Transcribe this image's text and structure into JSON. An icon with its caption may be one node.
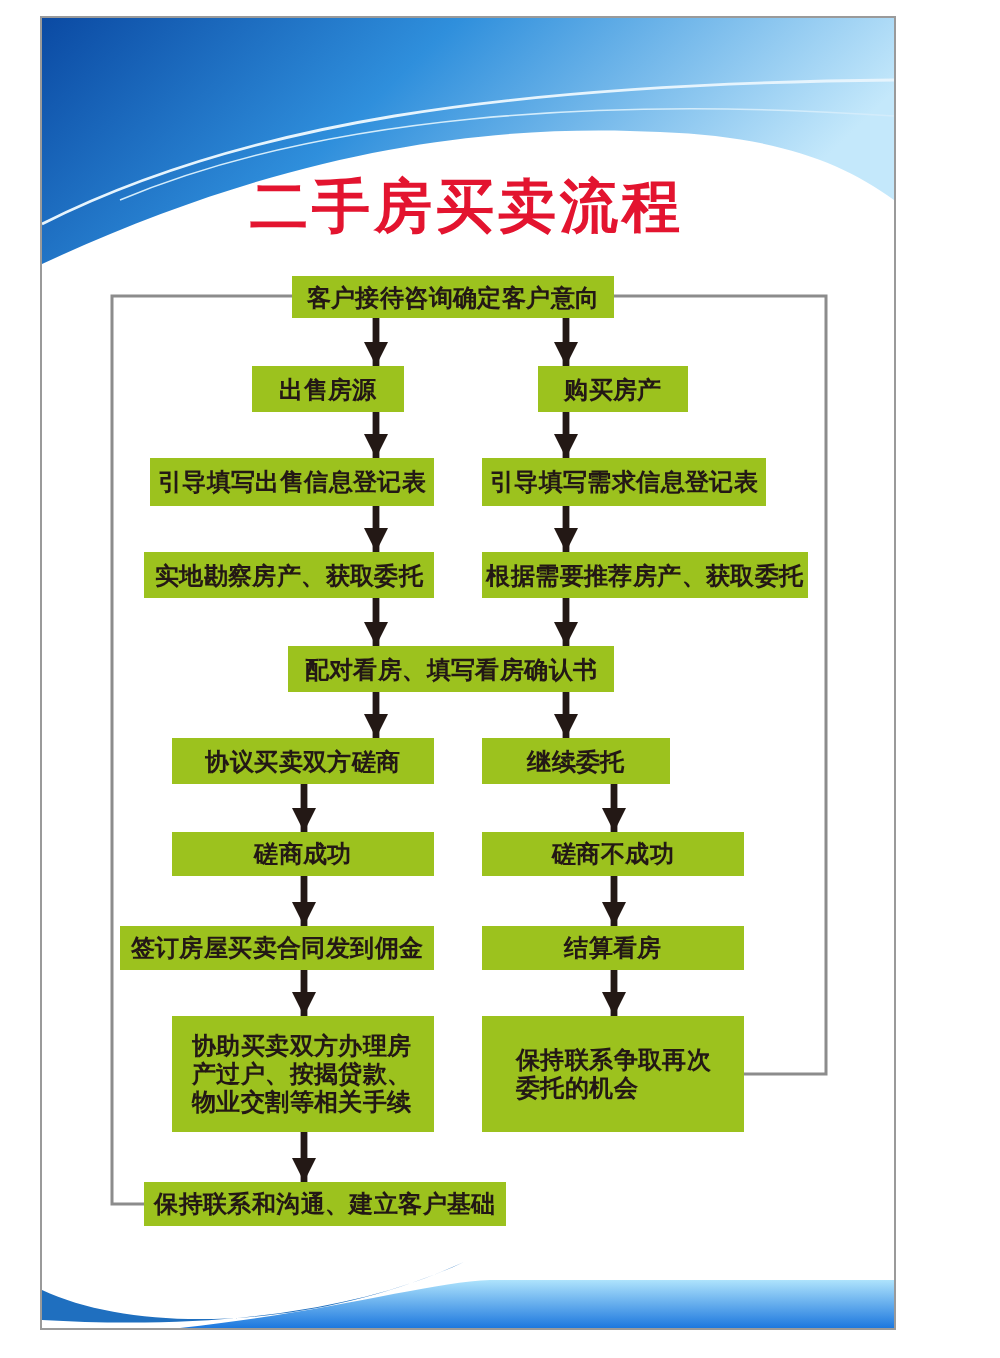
{
  "diagram": {
    "title": "二手房买卖流程",
    "nodes": [
      {
        "text": [
          "客户接待咨询确定客户意向"
        ]
      },
      {
        "text": [
          "出售房源"
        ]
      },
      {
        "text": [
          "购买房产"
        ]
      },
      {
        "text": [
          "引导填写出售信息登记表"
        ]
      },
      {
        "text": [
          "引导填写需求信息登记表"
        ]
      },
      {
        "text": [
          "实地勘察房产、获取委托"
        ]
      },
      {
        "text": [
          "根据需要推荐房产、获取委托"
        ]
      },
      {
        "text": [
          "配对看房、填写看房确认书"
        ]
      },
      {
        "text": [
          "协议买卖双方磋商"
        ]
      },
      {
        "text": [
          "继续委托"
        ]
      },
      {
        "text": [
          "磋商成功"
        ]
      },
      {
        "text": [
          "磋商不成功"
        ]
      },
      {
        "text": [
          "签订房屋买卖合同发到佣金"
        ]
      },
      {
        "text": [
          "结算看房"
        ]
      },
      {
        "text": [
          "协助买卖双方办理房产过户、按揭贷款、物业交割等相关手续"
        ]
      },
      {
        "text": [
          "保持联系争取再次委托的机会"
        ]
      },
      {
        "text": [
          "保持联系和沟通、建立客户基础"
        ]
      }
    ],
    "edges": [
      {
        "from": 0,
        "to": 1,
        "arrow": "to"
      },
      {
        "from": 0,
        "to": 2,
        "arrow": "to"
      },
      {
        "from": 1,
        "to": 3,
        "arrow": "to"
      },
      {
        "from": 2,
        "to": 4,
        "arrow": "to"
      },
      {
        "from": 3,
        "to": 5,
        "arrow": "to"
      },
      {
        "from": 4,
        "to": 6,
        "arrow": "to"
      },
      {
        "from": 5,
        "to": 7,
        "arrow": "to"
      },
      {
        "from": 6,
        "to": 7,
        "arrow": "to"
      },
      {
        "from": 7,
        "to": 8,
        "arrow": "to"
      },
      {
        "from": 7,
        "to": 9,
        "arrow": "to"
      },
      {
        "from": 8,
        "to": 10,
        "arrow": "to"
      },
      {
        "from": 9,
        "to": 11,
        "arrow": "to"
      },
      {
        "from": 10,
        "to": 12,
        "arrow": "to"
      },
      {
        "from": 11,
        "to": 13,
        "arrow": "to"
      },
      {
        "from": 12,
        "to": 14,
        "arrow": "to"
      },
      {
        "from": 13,
        "to": 15,
        "arrow": "to"
      },
      {
        "from": 14,
        "to": 16,
        "arrow": "to"
      },
      {
        "from": 16,
        "to": 0,
        "arrow": "none",
        "color": "#8c8c8c"
      },
      {
        "from": 15,
        "to": 0,
        "arrow": "none",
        "color": "#8c8c8c"
      }
    ]
  }
}
